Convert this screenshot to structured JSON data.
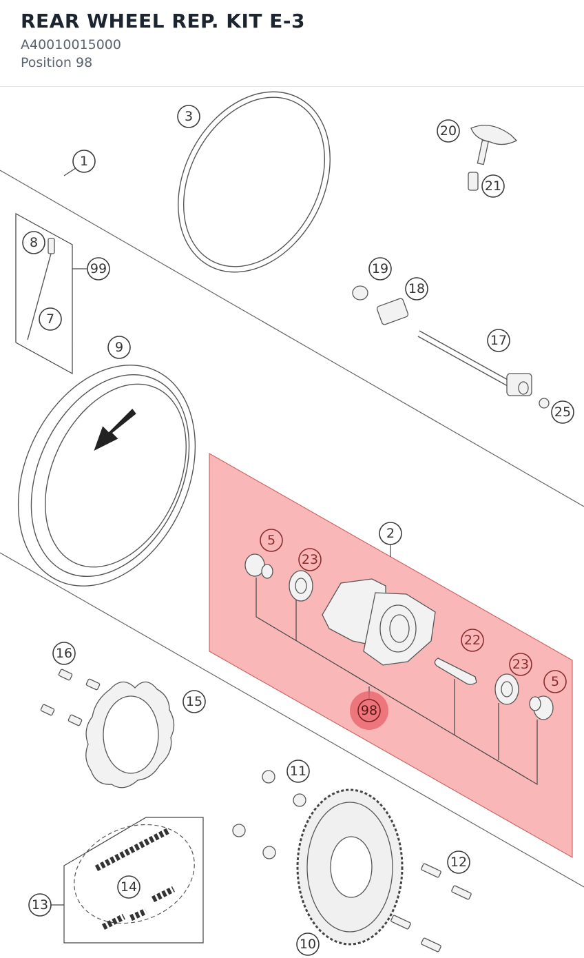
{
  "header": {
    "title": "REAR WHEEL REP. KIT E-3",
    "part_number": "A40010015000",
    "position": "Position 98"
  },
  "highlight_color": "#f7a5a5",
  "selected_callout": "98",
  "callouts": {
    "c1": "1",
    "c2": "2",
    "c3": "3",
    "c5a": "5",
    "c5b": "5",
    "c7": "7",
    "c8": "8",
    "c9": "9",
    "c10": "10",
    "c11": "11",
    "c12": "12",
    "c13": "13",
    "c14": "14",
    "c15": "15",
    "c16": "16",
    "c17": "17",
    "c18": "18",
    "c19": "19",
    "c20": "20",
    "c21": "21",
    "c22": "22",
    "c23a": "23",
    "c23b": "23",
    "c25": "25",
    "c98": "98",
    "c99": "99"
  }
}
